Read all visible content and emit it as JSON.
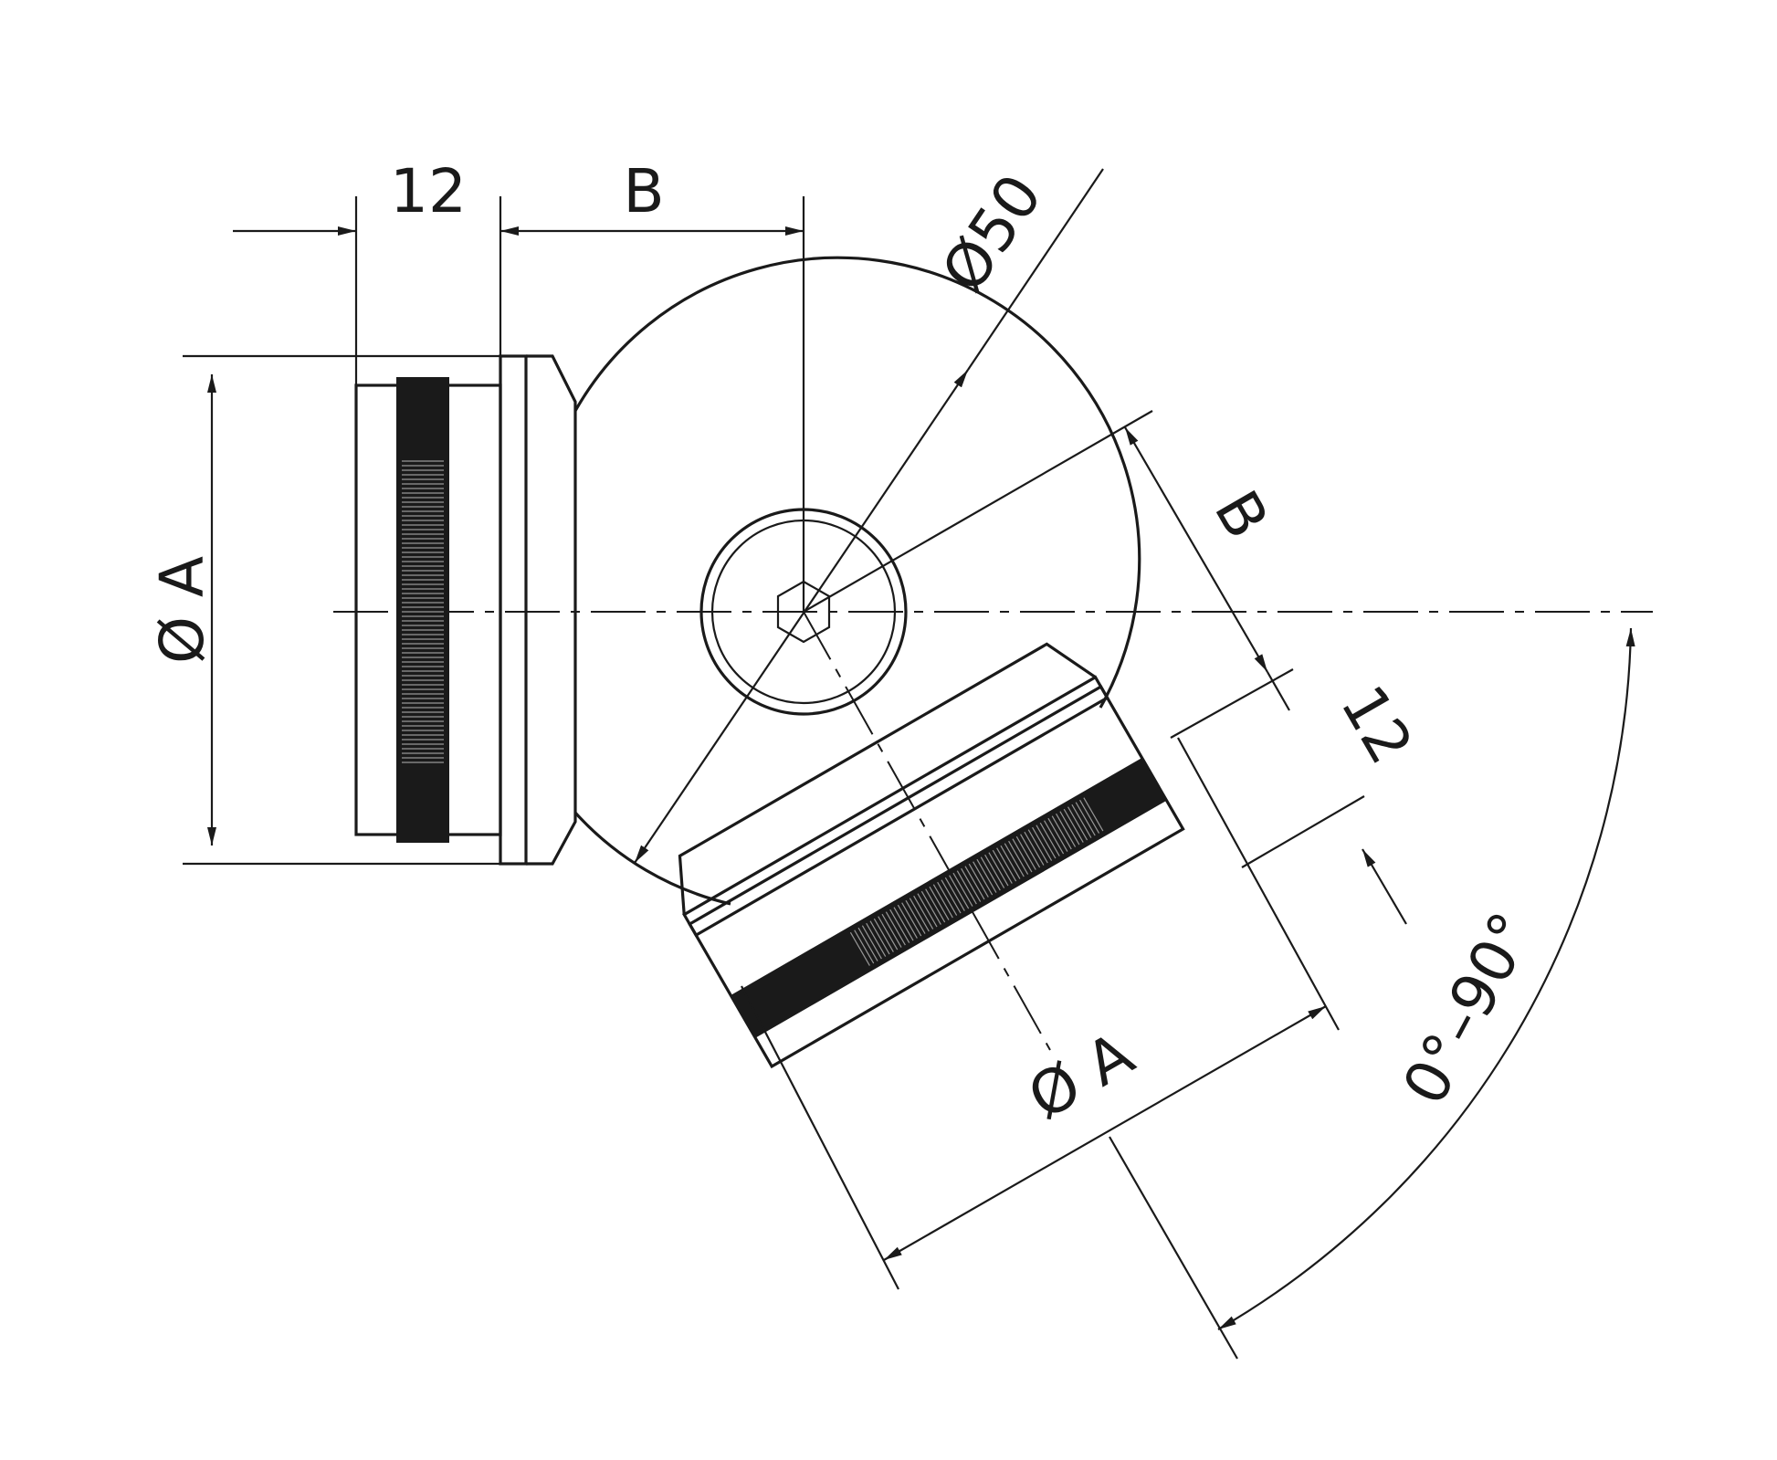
{
  "drawing": {
    "labels": {
      "left_clamp_width": "12",
      "top_offset": "B",
      "ball_diameter": "Ø50",
      "left_clamp_diameter": "Ø A",
      "rotated_offset": "B",
      "rotated_clamp_width": "12",
      "rotated_clamp_diameter": "Ø A",
      "angle_range": "0°–90°"
    },
    "colors": {
      "line": "#1a1a1a",
      "background": "#ffffff"
    }
  }
}
